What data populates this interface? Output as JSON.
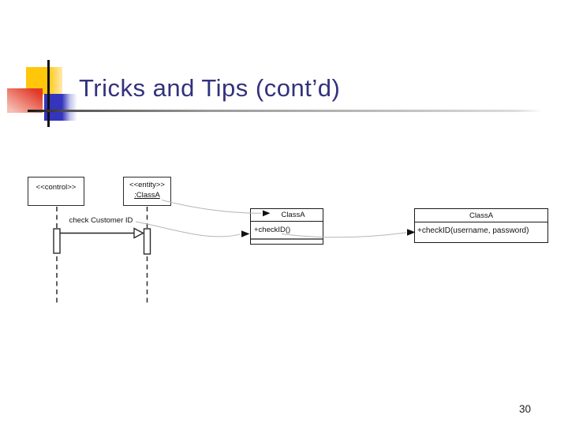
{
  "slide": {
    "title": "Tricks and Tips (cont’d)",
    "page_number": "30"
  },
  "diagram": {
    "lifeline_control": {
      "stereotype": "<<control>>"
    },
    "lifeline_entity": {
      "stereotype": "<<entity>>",
      "name": ":ClassA"
    },
    "message": {
      "label": "check Customer ID"
    },
    "class_before": {
      "name": "ClassA",
      "operation": "+checkID()"
    },
    "class_after": {
      "name": "ClassA",
      "operation": "+checkID(username, password)"
    }
  },
  "colors": {
    "title-color": "#32327d",
    "accent-yellow": "#ffc60a",
    "accent-red": "#e23a28",
    "accent-blue": "#3434bd"
  }
}
